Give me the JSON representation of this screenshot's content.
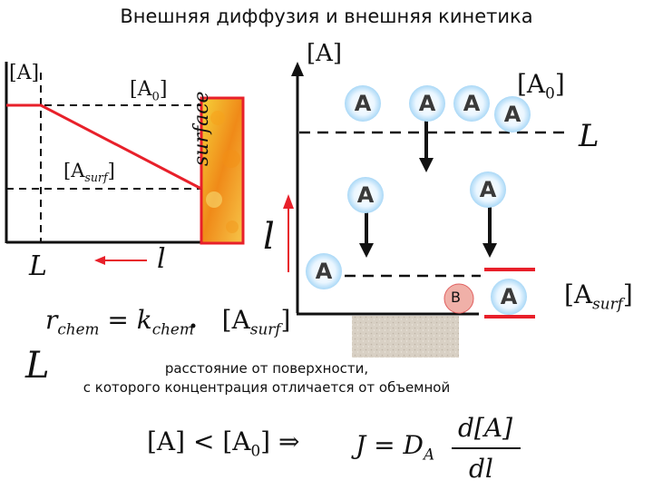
{
  "title": "Внешняя диффузия и внешняя кинетика",
  "left_graph": {
    "y_label": "[A]",
    "a0_label": "[A",
    "a0_sub": "0",
    "asurf_label": "[A",
    "asurf_sub": "surf",
    "surface_label": "surface",
    "x_label": "L",
    "l_label": "l"
  },
  "right_diagram": {
    "y_label": "[A]",
    "a0_label": "[A",
    "a0_sub": "0",
    "L_label": "L",
    "l_label": "l",
    "molecule": "A",
    "product": "B",
    "asurf_label": "[A",
    "asurf_sub": "surf"
  },
  "equations": {
    "rate_lhs": "r",
    "rate_lhs_sub": "chem",
    "rate_k": "k",
    "rate_k_sub": "chem",
    "rate_rhs": "[A",
    "rate_rhs_sub": "surf",
    "L_symbol": "L",
    "ineq_left": "[A] < [A",
    "ineq_sub": "0",
    "ineq_right": "] ⇒",
    "flux_lhs": "J = D",
    "flux_sub": "A",
    "flux_num": "d[A]",
    "flux_den": "dl"
  },
  "caption": {
    "line1": "расстояние от поверхности,",
    "line2": "с которого концентрация отличается от объемной"
  },
  "colors": {
    "profile": "#e8202a",
    "arrow": "#111111",
    "surface_hot": "#f5c023"
  }
}
